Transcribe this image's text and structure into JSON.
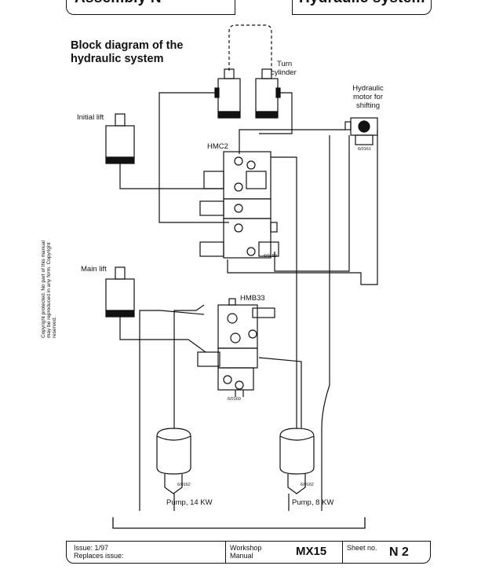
{
  "header": {
    "left_title": "Assembly N",
    "right_title": "Hydraulic system"
  },
  "diagram": {
    "title_line1": "Block diagram of the",
    "title_line2": "hydraulic system",
    "turn_cylinder_line1": "Turn",
    "turn_cylinder_line2": "cylinder",
    "hyd_motor_line1": "Hydraulic",
    "hyd_motor_line2": "motor for",
    "hyd_motor_line3": "shifting",
    "initial_lift": "Initial lift",
    "hmc2": "HMC2",
    "main_lift": "Main lift",
    "hmb33": "HMB33",
    "pump_left": "Pump, 14 KW",
    "pump_right": "Pump, 8 KW",
    "ref_motor": "6/0161",
    "ref_hmc2": "6/0159",
    "ref_hmb33": "6/0160",
    "ref_pump_left": "6/0162",
    "ref_pump_right": "6/0162"
  },
  "copyright": {
    "line1": "Copyright protected. No part of this manual",
    "line2": "may be reproduced in any form. Copyright",
    "line3": "reserved."
  },
  "footer": {
    "issue": "Issue:   1/97",
    "replaces": "Replaces issue:",
    "workshop_line1": "Workshop",
    "workshop_line2": "Manual",
    "model": "MX15",
    "sheet_label": "Sheet no.",
    "sheet_no": "N 2"
  }
}
